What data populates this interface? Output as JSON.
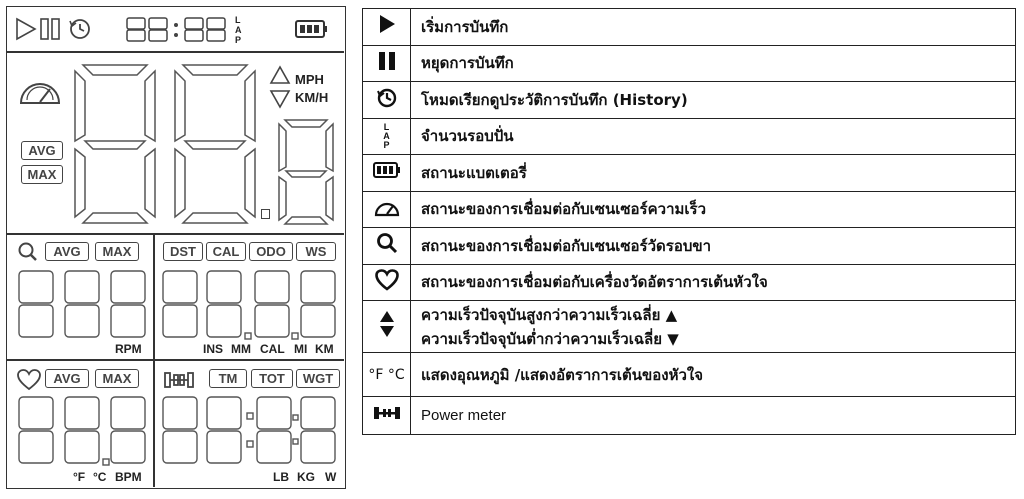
{
  "lcd": {
    "lap_letters": [
      "L",
      "A",
      "P"
    ],
    "speed_units": [
      "MPH",
      "KM/H"
    ],
    "labels": {
      "avg": "AVG",
      "max": "MAX",
      "dst": "DST",
      "cal": "CAL",
      "odo": "ODO",
      "ws": "WS",
      "tm": "TM",
      "tot": "TOT",
      "wgt": "WGT"
    },
    "cadence_unit": "RPM",
    "distance_units": [
      "INS",
      "MM",
      "CAL",
      "MI",
      "KM"
    ],
    "hr_units": [
      "°F",
      "°C",
      "BPM"
    ],
    "weight_units": [
      "LB",
      "KG",
      "W"
    ]
  },
  "legend": [
    {
      "icon": "play-icon",
      "text": "เริ่มการบันทึก"
    },
    {
      "icon": "pause-icon",
      "text": "หยุดการบันทึก"
    },
    {
      "icon": "history-icon",
      "text": "โหมดเรียกดูประวัติการบันทึก (History)"
    },
    {
      "icon": "lap-icon",
      "icon_text": [
        "L",
        "A",
        "P"
      ],
      "text": "จำนวนรอบปั่น"
    },
    {
      "icon": "battery-icon",
      "text": "สถานะแบตเตอรี่"
    },
    {
      "icon": "speed-sensor-icon",
      "text": "สถานะของการเชื่อมต่อกับเซนเซอร์ความเร็ว"
    },
    {
      "icon": "cadence-sensor-icon",
      "text": "สถานะของการเชื่อมต่อกับเซนเซอร์วัดรอบขา"
    },
    {
      "icon": "heart-icon",
      "text": "สถานะของการเชื่อมต่อกับเครื่องวัดอัตราการเต้นหัวใจ"
    },
    {
      "icon": "up-down-arrows-icon",
      "text_lines": [
        "ความเร็วปัจจุบันสูงกว่าความเร็วเฉลี่ย ▲",
        "ความเร็วปัจจุบันต่ำกว่าความเร็วเฉลี่ย ▼"
      ]
    },
    {
      "icon": "temperature-icon",
      "icon_text": "°F °C",
      "text": "แสดงอุณหภูมิ /แสดงอัตราการเต้นของหัวใจ"
    },
    {
      "icon": "power-meter-icon",
      "text": "Power meter"
    }
  ]
}
